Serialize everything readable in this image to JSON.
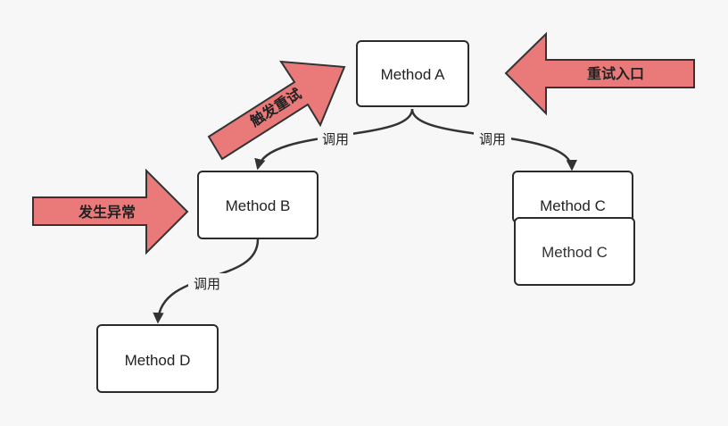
{
  "colors": {
    "arrow_fill": "#ea7a7a",
    "stroke": "#333333",
    "node_fill": "#ffffff",
    "background": "#f7f7f7"
  },
  "nodes": {
    "method_a": "Method A",
    "method_b": "Method B",
    "method_c_front": "Method C",
    "method_c_back": "Method C",
    "method_d": "Method D"
  },
  "edges": {
    "a_to_b": "调用",
    "a_to_c": "调用",
    "b_to_d": "调用"
  },
  "callouts": {
    "retry_entry": "重试入口",
    "trigger_retry": "触发重试",
    "exception": "发生异常"
  }
}
